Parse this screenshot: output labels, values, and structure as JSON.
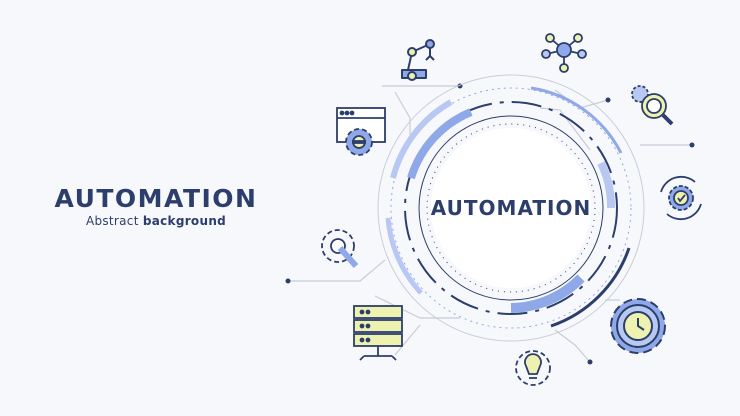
{
  "headline": {
    "title": "AUTOMATION",
    "subtitle_part1": "Abstract",
    "subtitle_part2": "background"
  },
  "center": {
    "label": "AUTOMATION"
  },
  "colors": {
    "navy": "#2c3e6b",
    "blue_light": "#8fa8e8",
    "blue_fill": "#b8c8f2",
    "yellow_fill": "#eef2b0",
    "line_gray": "#c7ccd8"
  },
  "icons": [
    "robot-arm-icon",
    "network-nodes-icon",
    "gear-search-icon",
    "cycle-check-gear-icon",
    "clock-gear-icon",
    "lightbulb-gear-icon",
    "server-rack-icon",
    "wrench-gear-icon",
    "browser-gear-icon"
  ]
}
